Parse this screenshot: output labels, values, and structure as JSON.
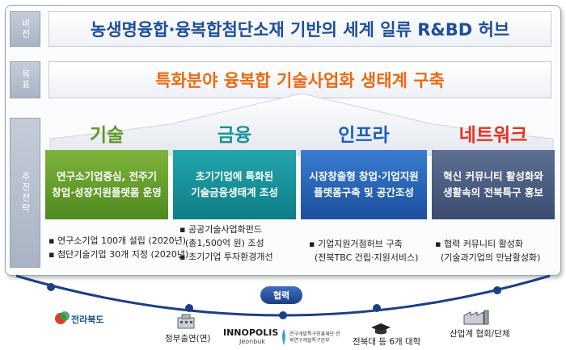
{
  "side_labels": {
    "vision": "비전",
    "goal": "목표",
    "strategy": "추진전략"
  },
  "vision": "농생명융합·융복합첨단소재 기반의 세계 일류 R&BD 허브",
  "goal": "특화분야 융복합 기술사업화 생태계 구축",
  "columns": [
    {
      "title": "기술",
      "color": "#5d9a25",
      "box_lines": [
        "연구소기업중심, 전주기",
        "창업·성장지원플랫폼 운영"
      ],
      "bullets": [
        "연구소기업 100개 설립 (2020년)",
        "첨단기술기업 30개 지정 (2020년)"
      ]
    },
    {
      "title": "금융",
      "color": "#16939b",
      "box_lines": [
        "초기기업에 특화된",
        "기술금융생태계 조성"
      ],
      "bullets": [
        "공공기술사업화펀드",
        "(총1,500억 원) 조성",
        "초기기업 투자환경개선"
      ]
    },
    {
      "title": "인프라",
      "color": "#1f5fb8",
      "box_lines": [
        "시장창출형 창업·기업지원",
        "플랫폼구축 및 공간조성"
      ],
      "bullets": [
        "기업지원거점허브 구축",
        "(전북TBC 건립·지원서비스)"
      ]
    },
    {
      "title": "네트워크",
      "color": "#e8321e",
      "box_lines": [
        "혁신 커뮤니티 활성화와",
        "생활속의 전북특구 홍보"
      ],
      "bullets": [
        "협력 커뮤니티 활성화",
        "(기술과기업의 만남활성화)"
      ]
    }
  ],
  "cooperation": "협력",
  "organizations": {
    "jeonbuk": "전라북도",
    "gov_institutes": "정부출연(연)",
    "innopolis": "INNOPOLIS",
    "innopolis_sub": "Jeonbuk",
    "innopolis_desc": "연구개발특구진흥재단 전북연구개발특구본부",
    "universities": "전북대 등 6개 대학",
    "industry": "산업계 협회/단체"
  }
}
